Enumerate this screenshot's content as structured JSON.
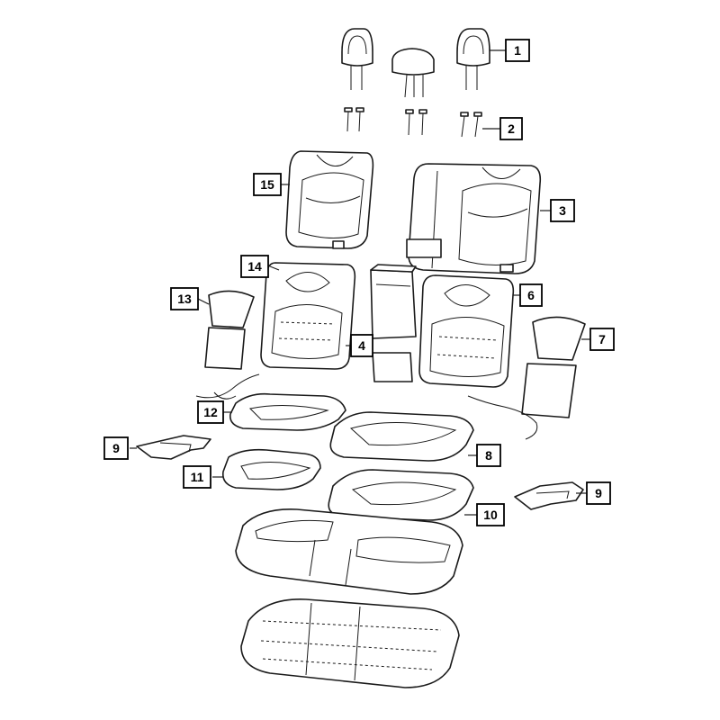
{
  "callouts": [
    {
      "id": "c1a",
      "label": "1"
    },
    {
      "id": "c2",
      "label": "2"
    },
    {
      "id": "c3",
      "label": "3"
    },
    {
      "id": "c4",
      "label": "4"
    },
    {
      "id": "c6",
      "label": "6"
    },
    {
      "id": "c7",
      "label": "7"
    },
    {
      "id": "c8",
      "label": "8"
    },
    {
      "id": "c9a",
      "label": "9"
    },
    {
      "id": "c9b",
      "label": "9"
    },
    {
      "id": "c10",
      "label": "10"
    },
    {
      "id": "c11",
      "label": "11"
    },
    {
      "id": "c12",
      "label": "12"
    },
    {
      "id": "c13",
      "label": "13"
    },
    {
      "id": "c14",
      "label": "14"
    },
    {
      "id": "c15",
      "label": "15"
    }
  ],
  "colors": {
    "line": "#1a1a1a",
    "box": "#000000",
    "background": "#ffffff"
  }
}
